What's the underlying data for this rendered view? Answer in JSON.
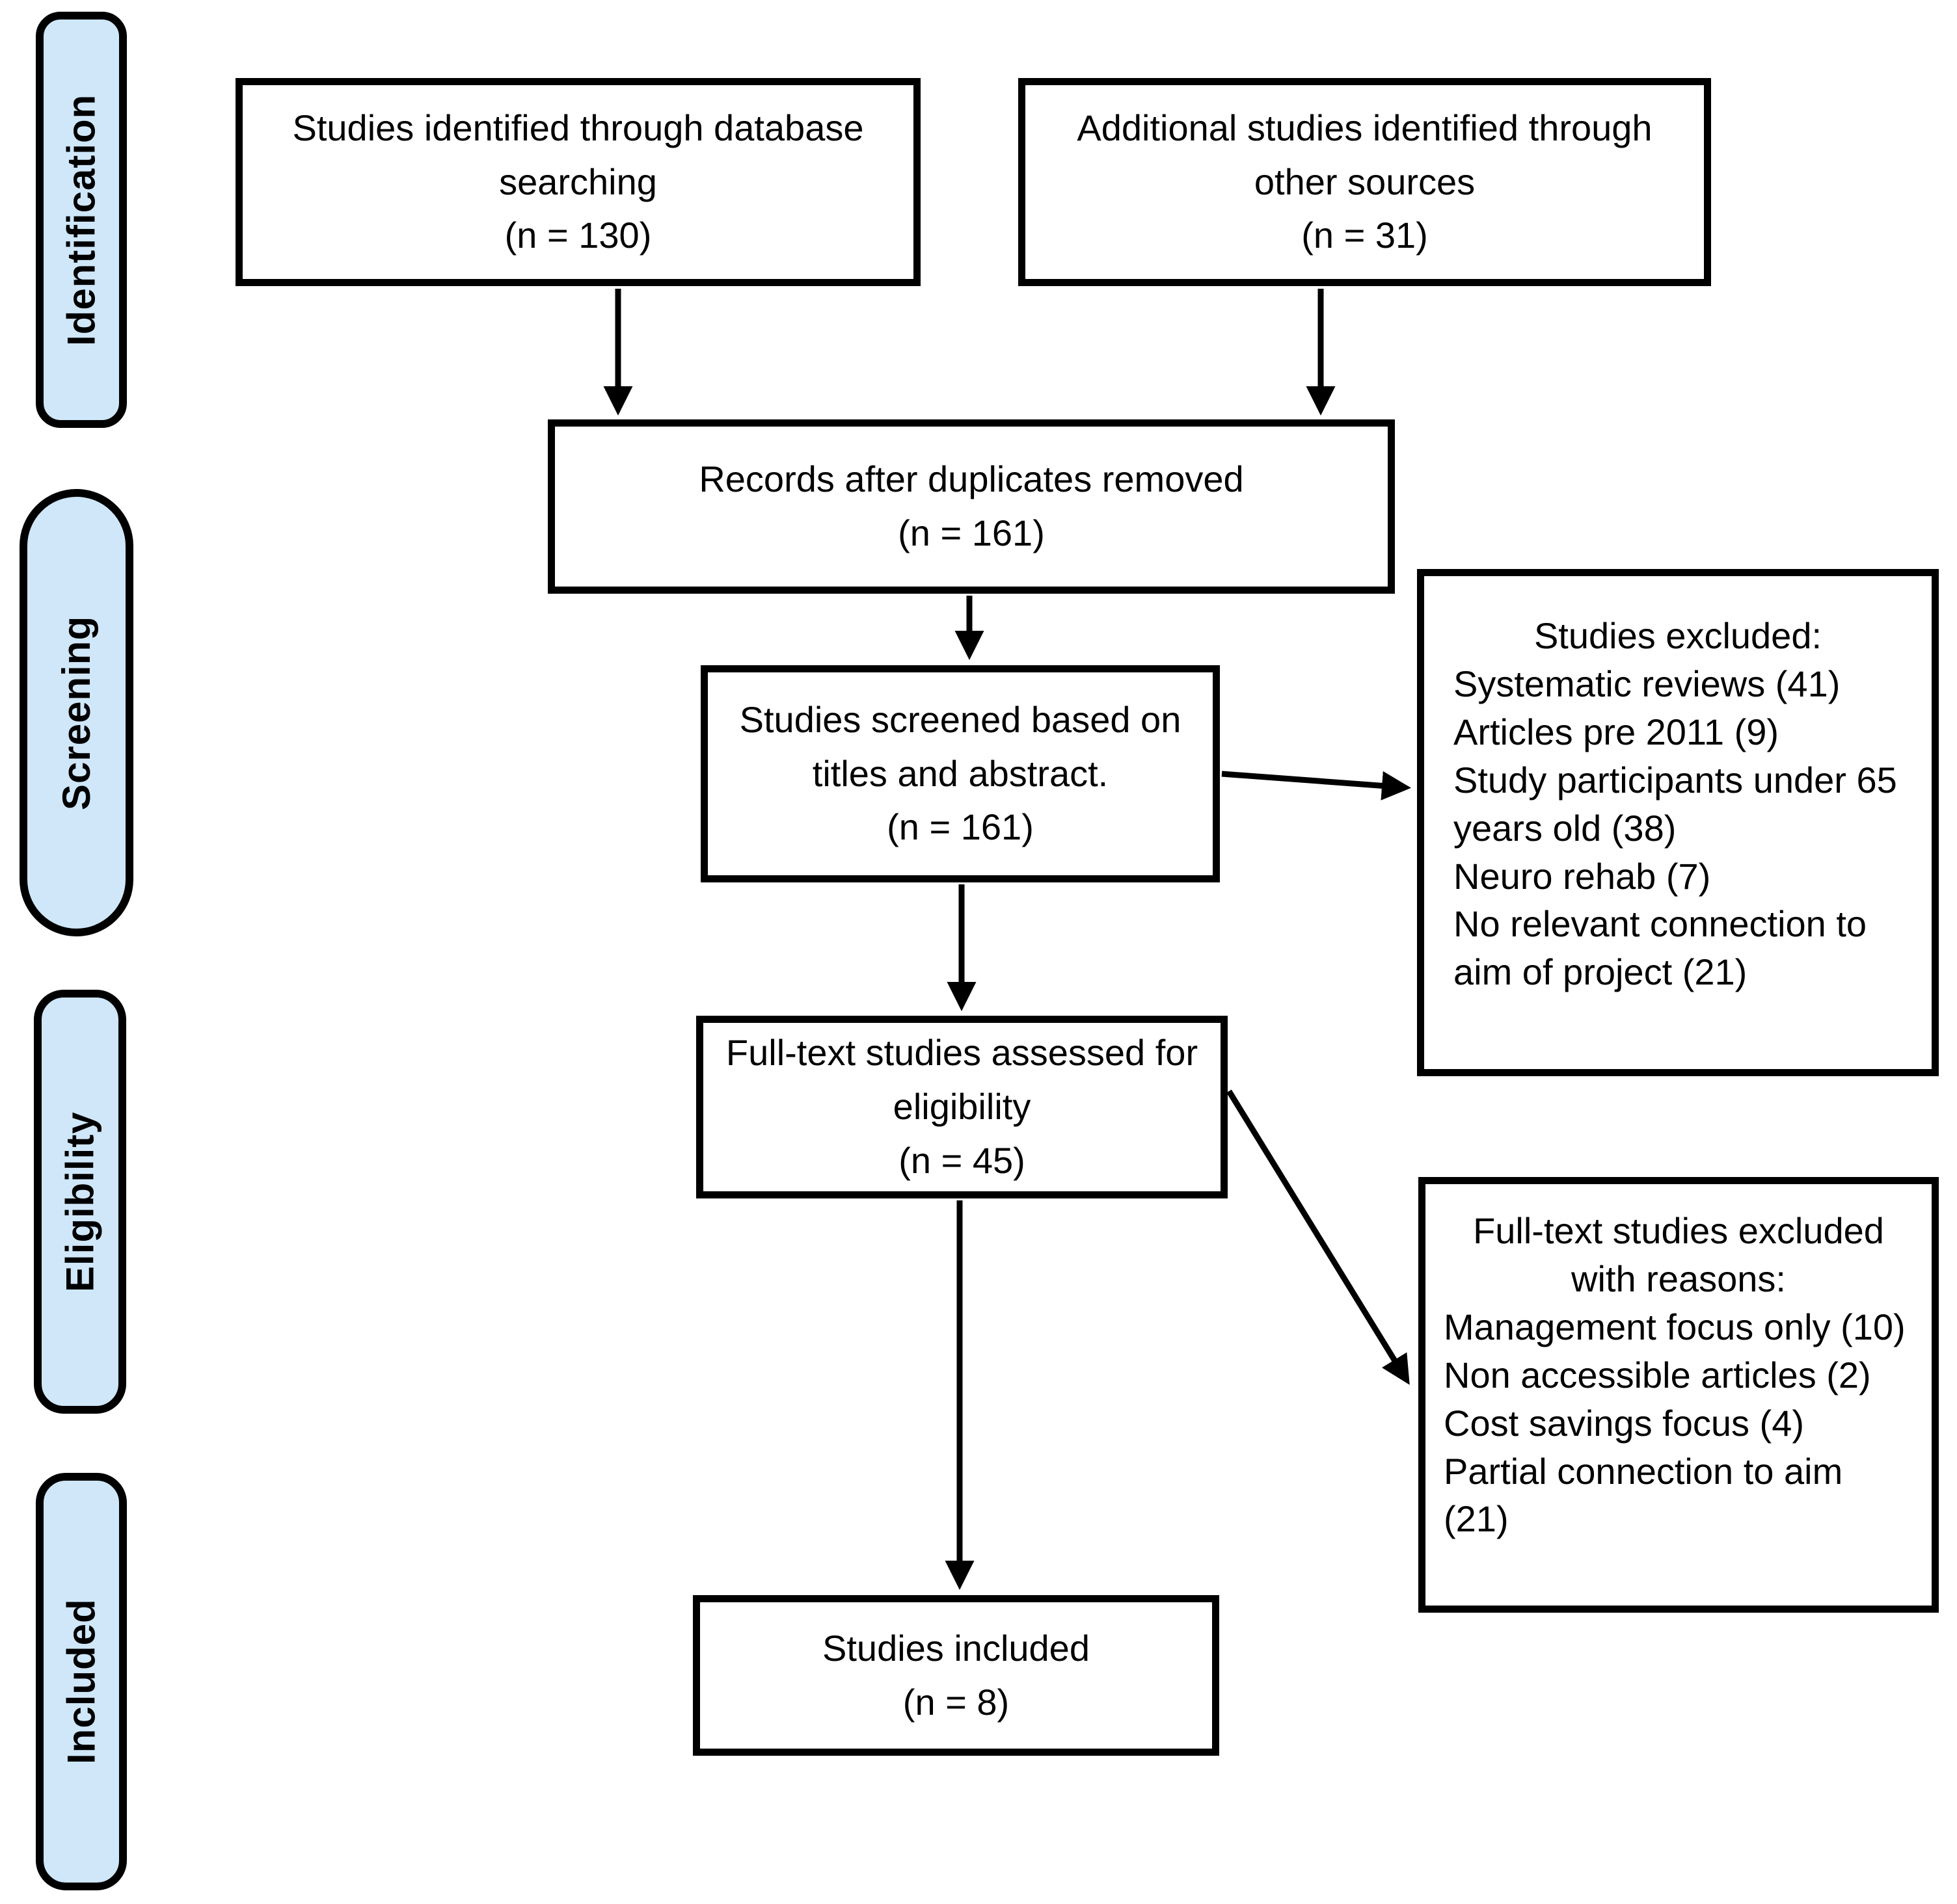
{
  "stages": [
    {
      "label": "Identification"
    },
    {
      "label": "Screening"
    },
    {
      "label": "Eligibility"
    },
    {
      "label": "Included"
    }
  ],
  "boxes": {
    "database_search": {
      "text": "Studies identified through database searching",
      "count": "(n = 130)"
    },
    "other_sources": {
      "text": "Additional studies identified through other sources",
      "count": "(n = 31)"
    },
    "after_duplicates": {
      "text": "Records after duplicates removed",
      "count": "(n = 161)"
    },
    "screened": {
      "text": "Studies screened based on titles and abstract.",
      "count": "(n = 161)"
    },
    "full_text_assessed": {
      "text": "Full-text studies assessed for eligibility",
      "count": "(n = 45)"
    },
    "studies_included": {
      "text": "Studies included",
      "count": "(n = 8)"
    },
    "excluded_screening": {
      "title": "Studies excluded:",
      "reasons": [
        "Systematic reviews (41)",
        "Articles pre 2011 (9)",
        "Study participants under 65 years old (38)",
        "Neuro rehab (7)",
        "No relevant connection to aim of project (21)"
      ]
    },
    "excluded_fulltext": {
      "title": "Full-text studies excluded with reasons:",
      "reasons": [
        "Management focus only (10)",
        "Non accessible articles (2)",
        "Cost savings focus (4)",
        "Partial connection to aim (21)"
      ]
    }
  },
  "colors": {
    "stage_fill": "#cfe7f9",
    "box_fill": "#ffffff",
    "line": "#000000"
  }
}
